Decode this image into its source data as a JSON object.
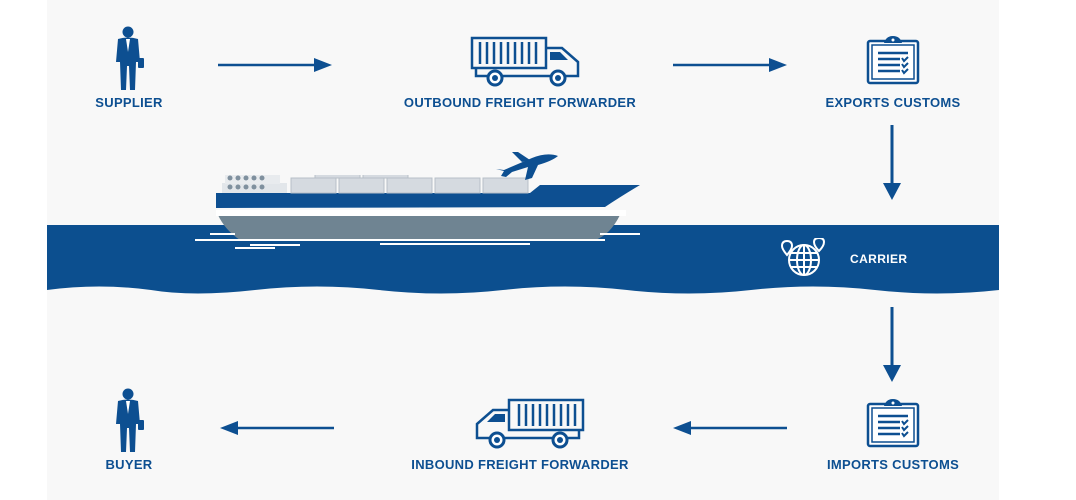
{
  "diagram": {
    "title": "",
    "accent_color": "#0d4f91",
    "sea_color": "#0c4f8f",
    "nodes": [
      {
        "id": "supplier",
        "label": "SUPPLIER",
        "icon": "businessman-icon"
      },
      {
        "id": "outbound",
        "label": "OUTBOUND FREIGHT FORWARDER",
        "icon": "truck-icon"
      },
      {
        "id": "exports",
        "label": "EXPORTS CUSTOMS",
        "icon": "clipboard-checklist-icon"
      },
      {
        "id": "carrier",
        "label": "CARRIER",
        "icon": "globe-pins-icon"
      },
      {
        "id": "imports",
        "label": "IMPORTS CUSTOMS",
        "icon": "clipboard-checklist-icon"
      },
      {
        "id": "inbound",
        "label": "INBOUND FREIGHT FORWARDER",
        "icon": "truck-icon"
      },
      {
        "id": "buyer",
        "label": "BUYER",
        "icon": "businessman-icon"
      }
    ],
    "edges": [
      {
        "from": "supplier",
        "to": "outbound"
      },
      {
        "from": "outbound",
        "to": "exports"
      },
      {
        "from": "exports",
        "to": "carrier"
      },
      {
        "from": "carrier",
        "to": "imports"
      },
      {
        "from": "imports",
        "to": "inbound"
      },
      {
        "from": "inbound",
        "to": "buyer"
      }
    ],
    "illustration": {
      "ship": "container-ship-icon",
      "plane": "airplane-icon"
    }
  }
}
